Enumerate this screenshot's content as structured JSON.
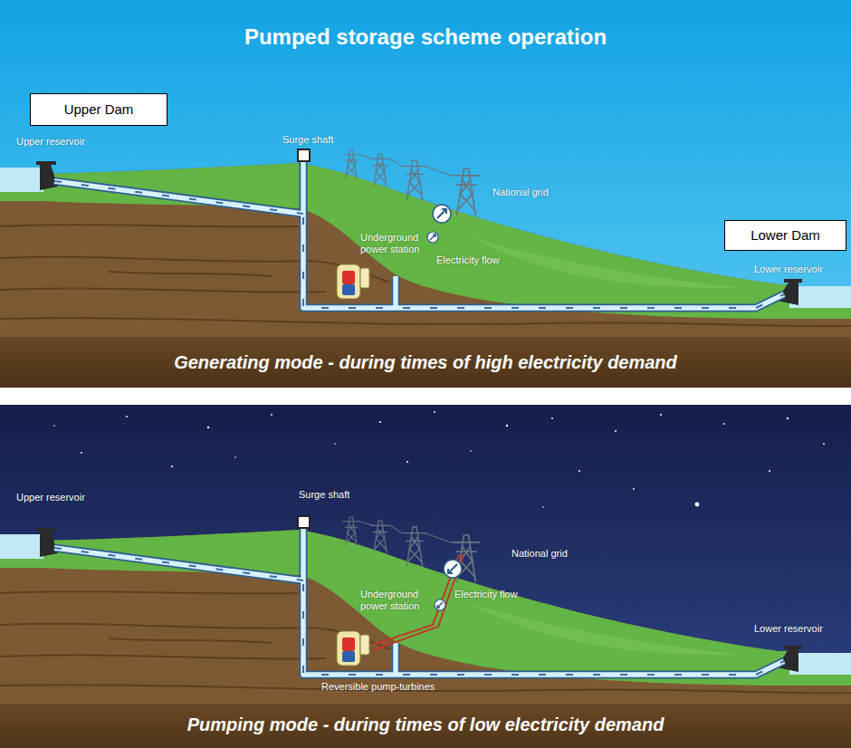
{
  "diagram": {
    "title": "Pumped storage scheme operation",
    "nodes": [
      {
        "text": [
          "Upper Dam"
        ]
      },
      {
        "text": [
          "Lower Dam"
        ]
      }
    ],
    "labels": [
      "Upper reservoir",
      "Surge shaft",
      "National grid",
      "Underground power station",
      "Electricity flow",
      "Lower reservoir",
      "Generating mode - during times of high electricity demand",
      "Upper reservoir",
      "Surge shaft",
      "National grid",
      "Underground power station",
      "Electricity flow",
      "Reversible pump-turbines",
      "Lower reservoir",
      "Pumping mode - during times of low electricity demand"
    ]
  }
}
